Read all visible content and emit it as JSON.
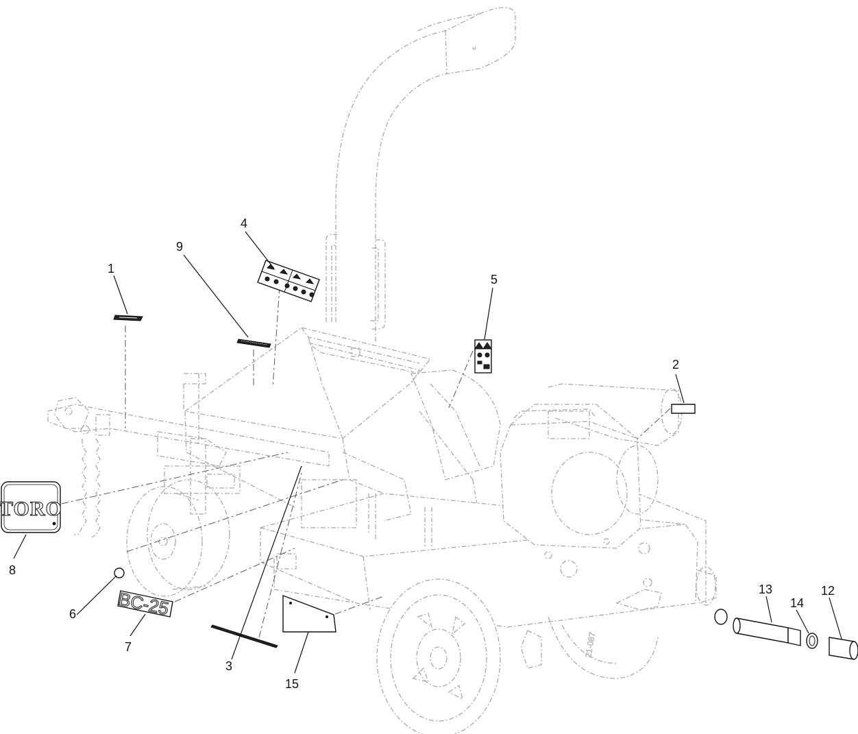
{
  "diagram": {
    "callouts": [
      {
        "id": "1",
        "label": "1"
      },
      {
        "id": "2",
        "label": "2"
      },
      {
        "id": "3",
        "label": "3"
      },
      {
        "id": "4",
        "label": "4"
      },
      {
        "id": "5",
        "label": "5"
      },
      {
        "id": "6",
        "label": "6"
      },
      {
        "id": "7",
        "label": "7"
      },
      {
        "id": "8",
        "label": "8"
      },
      {
        "id": "9",
        "label": "9"
      },
      {
        "id": "12",
        "label": "12"
      },
      {
        "id": "13",
        "label": "13"
      },
      {
        "id": "14",
        "label": "14"
      },
      {
        "id": "15",
        "label": "15"
      }
    ],
    "decals": {
      "logo_text": "TORO",
      "model_text": "BC-25",
      "tire_marking": "21-087"
    }
  }
}
